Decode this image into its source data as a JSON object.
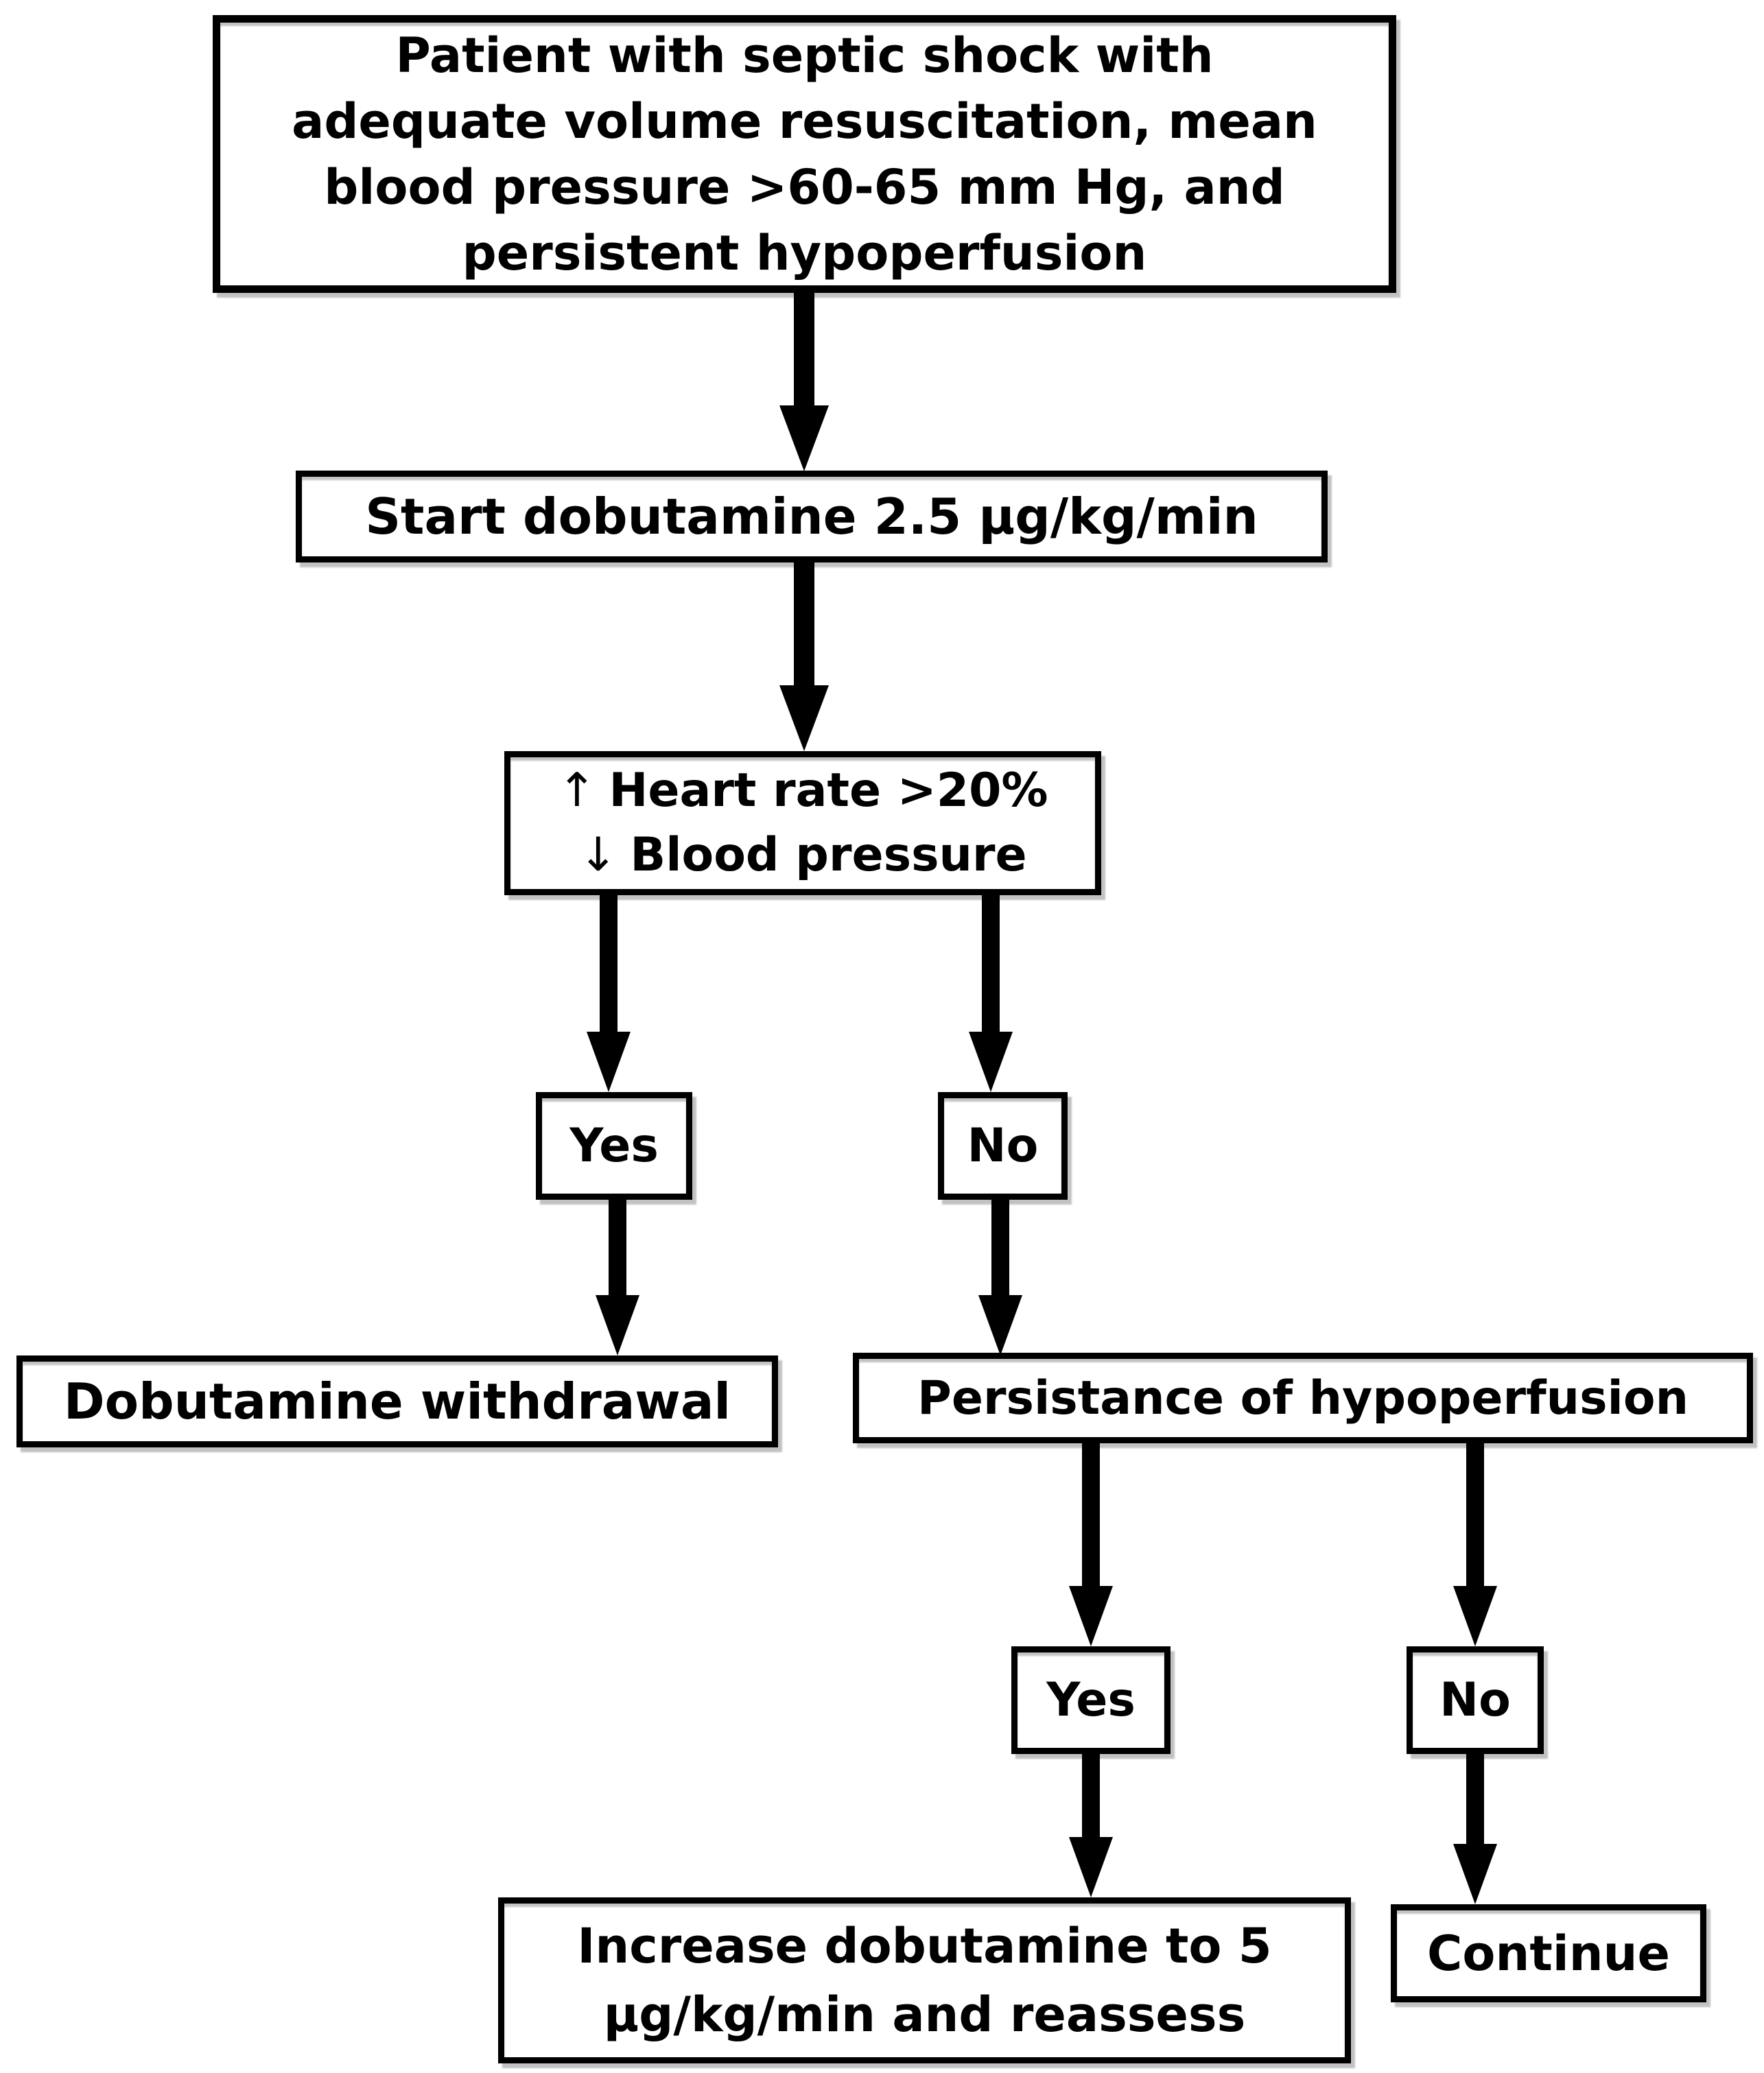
{
  "flowchart": {
    "background_color": "#ffffff",
    "ink_color": "#000000",
    "nodes": {
      "patient": {
        "lines": [
          "Patient with septic shock with",
          "adequate volume resuscitation, mean",
          "blood pressure >60-65 mm Hg, and",
          "persistent hypoperfusion"
        ]
      },
      "start_dobutamine": {
        "text": "Start dobutamine 2.5 µg/kg/min"
      },
      "assessment": {
        "line1_icon": "↑",
        "line1_text": "Heart rate >20%",
        "line2_icon": "↓",
        "line2_text": "Blood pressure"
      },
      "yes1": {
        "text": "Yes"
      },
      "no1": {
        "text": "No"
      },
      "withdrawal": {
        "text": "Dobutamine withdrawal"
      },
      "persistance": {
        "text": "Persistance of hypoperfusion"
      },
      "yes2": {
        "text": "Yes"
      },
      "no2": {
        "text": "No"
      },
      "increase": {
        "lines": [
          "Increase dobutamine to 5",
          "µg/kg/min and reassess"
        ]
      },
      "continue": {
        "text": "Continue"
      }
    },
    "edges": [
      {
        "from": "patient",
        "to": "start_dobutamine"
      },
      {
        "from": "start_dobutamine",
        "to": "assessment"
      },
      {
        "from": "assessment",
        "to": "yes1"
      },
      {
        "from": "assessment",
        "to": "no1"
      },
      {
        "from": "yes1",
        "to": "withdrawal"
      },
      {
        "from": "no1",
        "to": "persistance"
      },
      {
        "from": "persistance",
        "to": "yes2"
      },
      {
        "from": "persistance",
        "to": "no2"
      },
      {
        "from": "yes2",
        "to": "increase"
      },
      {
        "from": "no2",
        "to": "continue"
      }
    ]
  }
}
